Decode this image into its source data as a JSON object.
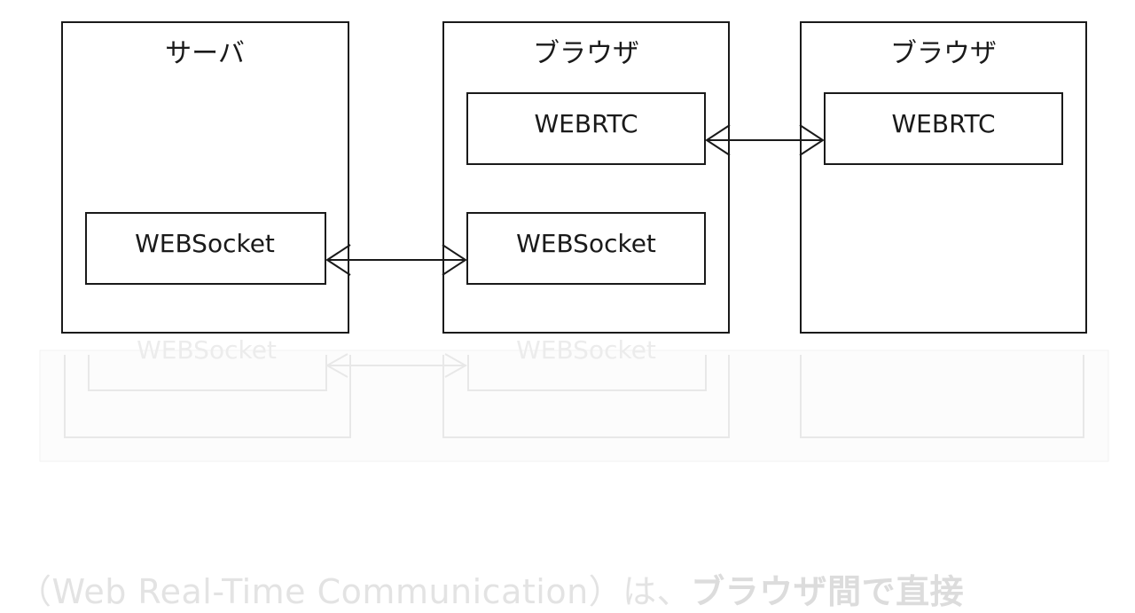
{
  "diagram": {
    "columns": [
      {
        "title": "サーバ",
        "boxes": [
          "WEBSocket"
        ]
      },
      {
        "title": "ブラウザ",
        "boxes": [
          "WEBRTC",
          "WEBSocket"
        ]
      },
      {
        "title": "ブラウザ",
        "boxes": [
          "WEBRTC"
        ]
      }
    ],
    "connections": [
      {
        "from": "サーバ.WEBSocket",
        "to": "ブラウザ.WEBSocket",
        "type": "bidirectional"
      },
      {
        "from": "ブラウザ.WEBRTC",
        "to": "ブラウザ.WEBRTC",
        "type": "bidirectional"
      }
    ],
    "reflection_labels": [
      "WEBSocket",
      "WEBSocket"
    ]
  },
  "caption": {
    "text": "（Web Real-Time Communication）は、",
    "bold": "ブラウザ間で直接"
  },
  "colors": {
    "stroke": "#1a1a1a",
    "faded": "#e8e8e8"
  }
}
